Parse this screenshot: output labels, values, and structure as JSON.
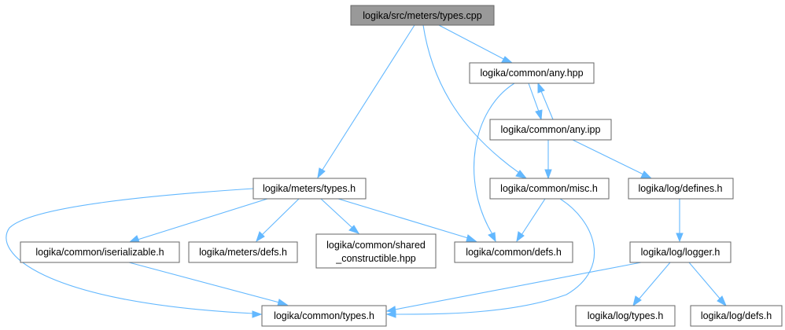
{
  "diagram": {
    "root": "logika/src/meters/types.cpp",
    "files": {
      "types_cpp": "logika/src/meters/types.cpp",
      "any_hpp": "logika/common/any.hpp",
      "any_ipp": "logika/common/any.ipp",
      "meters_types_h": "logika/meters/types.h",
      "misc_h": "logika/common/misc.h",
      "log_defines_h": "logika/log/defines.h",
      "iserializable_h": "logika/common/iserializable.h",
      "meters_defs_h": "logika/meters/defs.h",
      "shared_constructible_line1": "logika/common/shared",
      "shared_constructible_line2": "_constructible.hpp",
      "common_defs_h": "logika/common/defs.h",
      "logger_h": "logika/log/logger.h",
      "common_types_h": "logika/common/types.h",
      "log_types_h": "logika/log/types.h",
      "log_defs_h": "logika/log/defs.h"
    },
    "includes": [
      {
        "from": "types_cpp",
        "to": "meters_types_h"
      },
      {
        "from": "types_cpp",
        "to": "any_hpp"
      },
      {
        "from": "types_cpp",
        "to": "misc_h"
      },
      {
        "from": "any_hpp",
        "to": "any_ipp"
      },
      {
        "from": "any_ipp",
        "to": "any_hpp"
      },
      {
        "from": "any_hpp",
        "to": "common_defs_h"
      },
      {
        "from": "any_ipp",
        "to": "misc_h"
      },
      {
        "from": "any_ipp",
        "to": "log_defines_h"
      },
      {
        "from": "meters_types_h",
        "to": "iserializable_h"
      },
      {
        "from": "meters_types_h",
        "to": "meters_defs_h"
      },
      {
        "from": "meters_types_h",
        "to": "shared_constructible"
      },
      {
        "from": "meters_types_h",
        "to": "common_defs_h"
      },
      {
        "from": "meters_types_h",
        "to": "common_types_h"
      },
      {
        "from": "misc_h",
        "to": "common_defs_h"
      },
      {
        "from": "misc_h",
        "to": "common_types_h"
      },
      {
        "from": "log_defines_h",
        "to": "logger_h"
      },
      {
        "from": "iserializable_h",
        "to": "common_types_h"
      },
      {
        "from": "logger_h",
        "to": "common_types_h"
      },
      {
        "from": "logger_h",
        "to": "log_types_h"
      },
      {
        "from": "logger_h",
        "to": "log_defs_h"
      }
    ],
    "colors": {
      "edge": "#63b8ff",
      "node_border": "#666666",
      "root_fill": "#999999",
      "node_fill": "#ffffff"
    }
  }
}
